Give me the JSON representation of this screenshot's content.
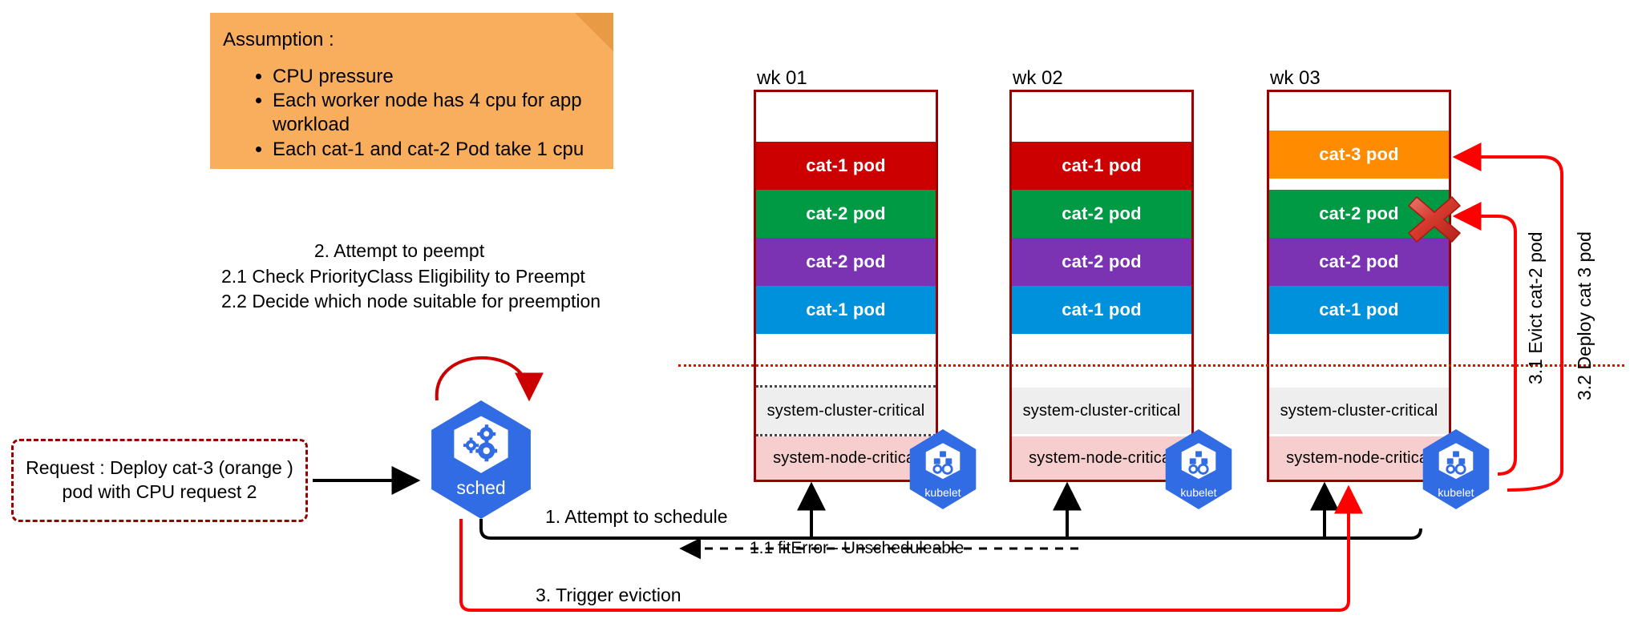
{
  "assumption": {
    "title": "Assumption :",
    "bullets": [
      "CPU pressure",
      "Each worker node has 4 cpu for app workload",
      "Each cat-1 and cat-2 Pod take 1 cpu"
    ]
  },
  "request": {
    "line1": "Request : Deploy cat-3 (orange )",
    "line2": "pod with CPU request 2"
  },
  "scheduler": {
    "label": "sched",
    "icon": "kubernetes-scheduler-icon"
  },
  "steps": {
    "step1": "1. Attempt to schedule",
    "step1_1": "1.1 fitError - Unscheduleable",
    "step2": "2. Attempt to peempt",
    "step2_1": "2.1 Check PriorityClass Eligibility to Preempt",
    "step2_2": "2.2 Decide which node suitable for preemption",
    "step3": "3. Trigger eviction",
    "step3_1": "3.1 Evict cat-2 pod",
    "step3_2": "3.2 Deploy cat 3 pod"
  },
  "kubelet_label": "kubelet",
  "colors": {
    "cat1_red": "#CC0000",
    "cat2_green": "#009944",
    "cat2_purple": "#7B33B3",
    "cat1_blue": "#0091DD",
    "cat3_orange": "#FF8C00",
    "node_border": "#990000",
    "system_cluster_critical": "#EEEEEE",
    "system_node_critical": "#F7CECE",
    "note_bg": "#F9AE5E",
    "k8s_blue": "#326CE5",
    "accent_red": "#FF0000"
  },
  "nodes": [
    {
      "title": "wk 01",
      "bands": [
        {
          "label": "",
          "type": "empty"
        },
        {
          "label": "cat-1 pod",
          "type": "pod",
          "color": "#CC0000"
        },
        {
          "label": "cat-2 pod",
          "type": "pod",
          "color": "#009944"
        },
        {
          "label": "cat-2 pod",
          "type": "pod",
          "color": "#7B33B3"
        },
        {
          "label": "cat-1 pod",
          "type": "pod",
          "color": "#0091DD"
        },
        {
          "label": "",
          "type": "empty"
        },
        {
          "label": "system-cluster-critical",
          "type": "system",
          "color": "#EEEEEE"
        },
        {
          "label": "system-node-critical",
          "type": "system",
          "color": "#F7CECE"
        }
      ]
    },
    {
      "title": "wk 02",
      "bands": [
        {
          "label": "",
          "type": "empty"
        },
        {
          "label": "cat-1 pod",
          "type": "pod",
          "color": "#CC0000"
        },
        {
          "label": "cat-2 pod",
          "type": "pod",
          "color": "#009944"
        },
        {
          "label": "cat-2 pod",
          "type": "pod",
          "color": "#7B33B3"
        },
        {
          "label": "cat-1 pod",
          "type": "pod",
          "color": "#0091DD"
        },
        {
          "label": "",
          "type": "empty"
        },
        {
          "label": "system-cluster-critical",
          "type": "system",
          "color": "#EEEEEE"
        },
        {
          "label": "system-node-critical",
          "type": "system",
          "color": "#F7CECE"
        }
      ]
    },
    {
      "title": "wk 03",
      "bands": [
        {
          "label": "",
          "type": "empty"
        },
        {
          "label": "cat-3 pod",
          "type": "pod",
          "color": "#FF8C00"
        },
        {
          "label": "cat-2 pod",
          "type": "pod",
          "color": "#009944",
          "evicted": true
        },
        {
          "label": "cat-2 pod",
          "type": "pod",
          "color": "#7B33B3"
        },
        {
          "label": "cat-1 pod",
          "type": "pod",
          "color": "#0091DD"
        },
        {
          "label": "",
          "type": "empty"
        },
        {
          "label": "system-cluster-critical",
          "type": "system",
          "color": "#EEEEEE"
        },
        {
          "label": "system-node-critical",
          "type": "system",
          "color": "#F7CECE"
        }
      ]
    }
  ]
}
